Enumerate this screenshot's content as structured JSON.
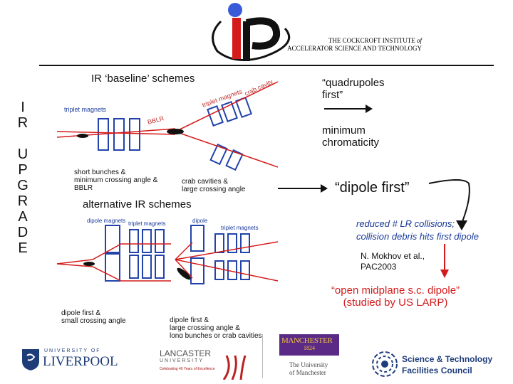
{
  "header": {
    "institute_line1": "THE COCKCROFT INSTITUTE",
    "institute_of": "of",
    "institute_line2": "ACCELERATOR SCIENCE AND TECHNOLOGY"
  },
  "side_title": [
    "I",
    "R",
    "",
    "U",
    "P",
    "G",
    "R",
    "A",
    "D",
    "E"
  ],
  "left_diagram": {
    "title_baseline": "IR ‘baseline’ schemes",
    "label_crab_cavity": "crab cavity",
    "label_triplet_magnets_rot": "triplet magnets",
    "label_triplet_magnets": "triplet magnets",
    "label_bblr": "BBLR",
    "short_bunches_1": "short bunches &",
    "short_bunches_2": "minimum crossing angle &",
    "short_bunches_3": "BBLR",
    "crab_1": "crab cavities &",
    "crab_2": "large crossing angle",
    "title_alternative": "alternative IR schemes",
    "alt_dipole_magnets": "dipole magnets",
    "alt_triplet_magnets": "triplet magnets",
    "alt_dipole": "dipole",
    "alt_triplet_magnets_2": "triplet magnets",
    "dipole_first_1": "dipole first &",
    "dipole_first_2": "small crossing angle",
    "dipole_first_large_1": "dipole first &",
    "dipole_first_large_2": "large crossing angle &",
    "dipole_first_large_3": "long bunches or crab cavities"
  },
  "right_notes": {
    "quad_first_1": "“quadrupoles",
    "quad_first_2": "first”",
    "min_chrom_1": "minimum",
    "min_chrom_2": "chromaticity",
    "dipole_first": "“dipole first”",
    "reduced_1": "reduced # LR collisions;",
    "reduced_2": "collision debris hits first dipole",
    "mokhov_1": "N. Mokhov et al.,",
    "mokhov_2": "PAC2003",
    "open_midplane_1": "“open midplane s.c. dipole”",
    "open_midplane_2": "(studied by US LARP)"
  },
  "logos": {
    "liverpool_1": "UNIVERSITY OF",
    "liverpool_2": "LIVERPOOL",
    "lancaster_1": "LANCASTER",
    "lancaster_2": "UNIVERSITY",
    "lancaster_3": "Celebrating 40 Years of Excellence",
    "manchester_1": "MANCHESTER",
    "manchester_2": "1824",
    "manchester_3": "The University",
    "manchester_4": "of Manchester",
    "stfc_1": "Science & Technology",
    "stfc_2": "Facilities Council"
  },
  "colors": {
    "beam_red": "#d41a1a",
    "magnet_blue": "#2244aa",
    "manchester_purple": "#5b2a86",
    "stfc_blue": "#1f3d7a"
  }
}
